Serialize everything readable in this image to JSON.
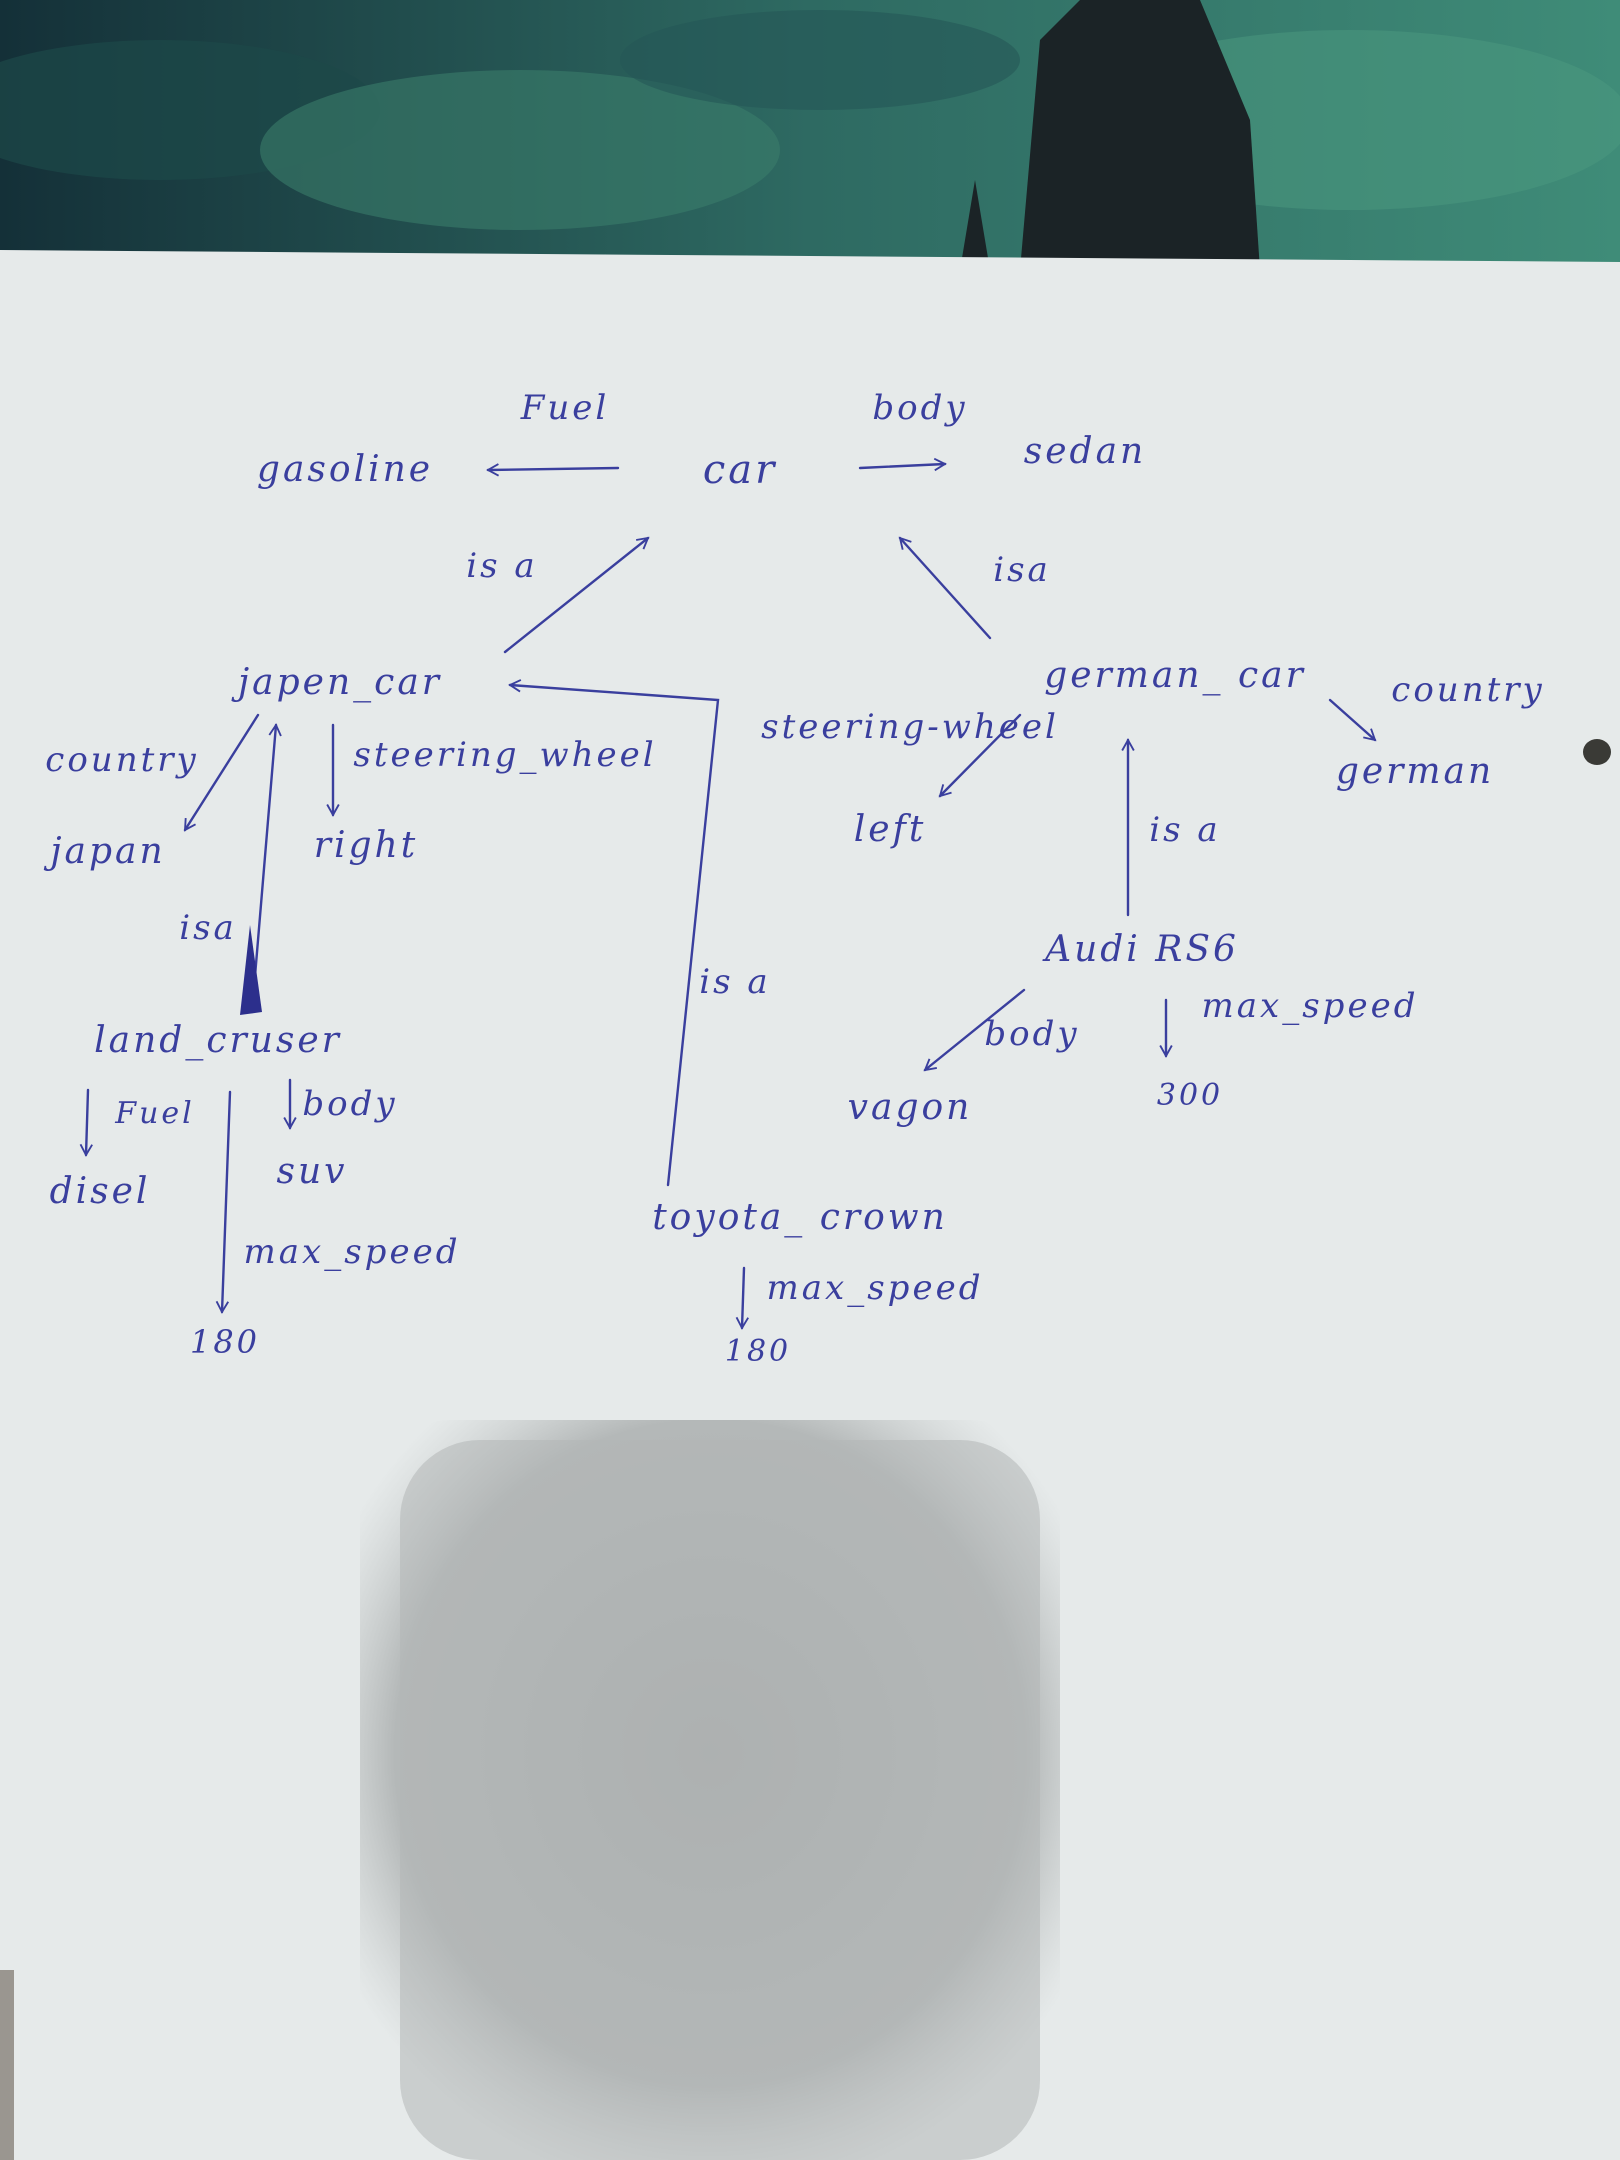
{
  "colors": {
    "ink": "#3a3f9e",
    "paper": "#e6eaea",
    "paper_shadow": "#b9bcbc",
    "backdrop_dark": "#15303a",
    "backdrop_light": "#3f8c78"
  },
  "diagram": {
    "nodes": {
      "gasoline": "gasoline",
      "car": "car",
      "sedan": "sedan",
      "japen_car": "japen_car",
      "german_car": "german_ car",
      "japan": "japan",
      "right": "right",
      "left": "left",
      "german": "german",
      "land_cruser": "land_cruser",
      "audi_rs6": "Audi RS6",
      "disel": "disel",
      "suv": "suv",
      "vagon": "vagon",
      "speed_300": "300",
      "toyota_crown": "toyota_ crown",
      "land_cruser_speed": "180",
      "toyota_speed": "180"
    },
    "edges": {
      "car_fuel": "Fuel",
      "car_body": "body",
      "japen_car_isa": "is a",
      "german_car_isa": "isa",
      "japen_car_country": "country",
      "japen_car_steering": "steering_wheel",
      "german_car_steering": "steering-wheel",
      "german_car_country": "country",
      "land_cruser_isa": "isa",
      "toyota_isa": "is a",
      "audi_isa": "is a",
      "land_cruser_fuel": "Fuel",
      "land_cruser_body": "body",
      "land_cruser_max_speed": "max_speed",
      "audi_body": "body",
      "audi_max_speed": "max_speed",
      "toyota_max_speed": "max_speed"
    }
  }
}
